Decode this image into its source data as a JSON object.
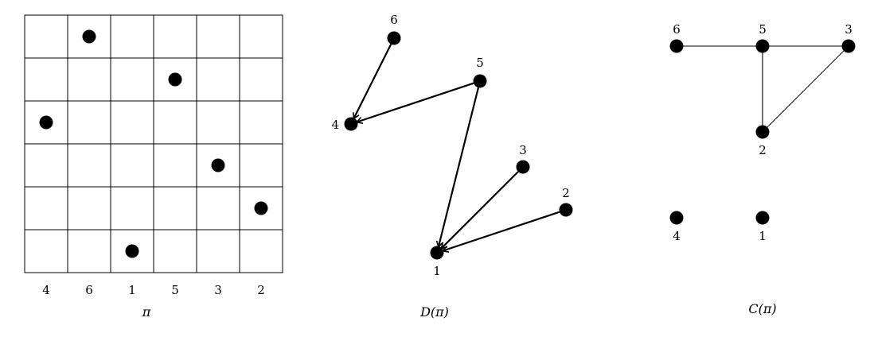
{
  "permutation": {
    "sequence": [
      "4",
      "6",
      "1",
      "5",
      "3",
      "2"
    ],
    "caption": "π"
  },
  "digraph": {
    "caption": "D(π)",
    "nodes": [
      "6",
      "5",
      "4",
      "3",
      "2",
      "1"
    ],
    "arcs": [
      {
        "from": "6",
        "to": "4"
      },
      {
        "from": "5",
        "to": "4"
      },
      {
        "from": "5",
        "to": "1"
      },
      {
        "from": "3",
        "to": "1"
      },
      {
        "from": "2",
        "to": "1"
      }
    ]
  },
  "graph": {
    "caption": "C(π)",
    "nodes": [
      "6",
      "5",
      "3",
      "2",
      "4",
      "1"
    ],
    "edges": [
      {
        "a": "6",
        "b": "5"
      },
      {
        "a": "5",
        "b": "3"
      },
      {
        "a": "5",
        "b": "2"
      },
      {
        "a": "3",
        "b": "2"
      }
    ]
  }
}
